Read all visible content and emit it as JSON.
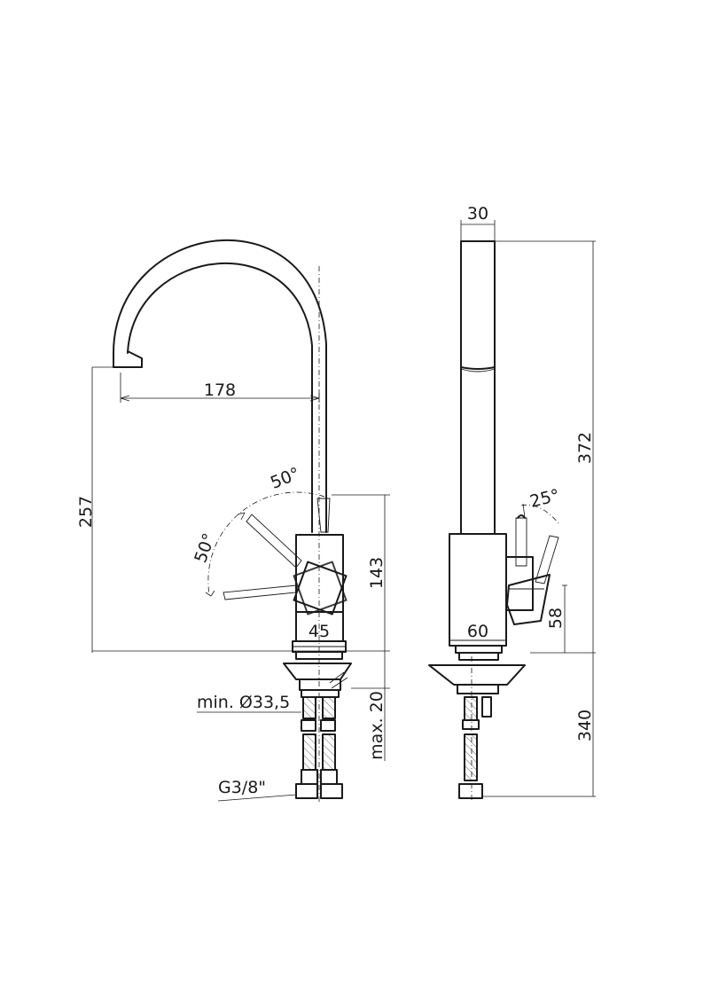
{
  "front_view": {
    "dim_spout_reach": "178",
    "dim_spout_height": "257",
    "dim_body_height": "143",
    "dim_body_width": "45",
    "angle_left_top": "50°",
    "angle_left_bottom": "50°",
    "dim_hole_diameter": "min. Ø33,5",
    "dim_deck_thickness": "max. 20",
    "dim_connection": "G3/8\""
  },
  "side_view": {
    "dim_spout_width": "30",
    "dim_total_height": "372",
    "angle_lever": "25°",
    "dim_body_depth": "60",
    "dim_lever_height": "58",
    "dim_hose_length": "340"
  }
}
